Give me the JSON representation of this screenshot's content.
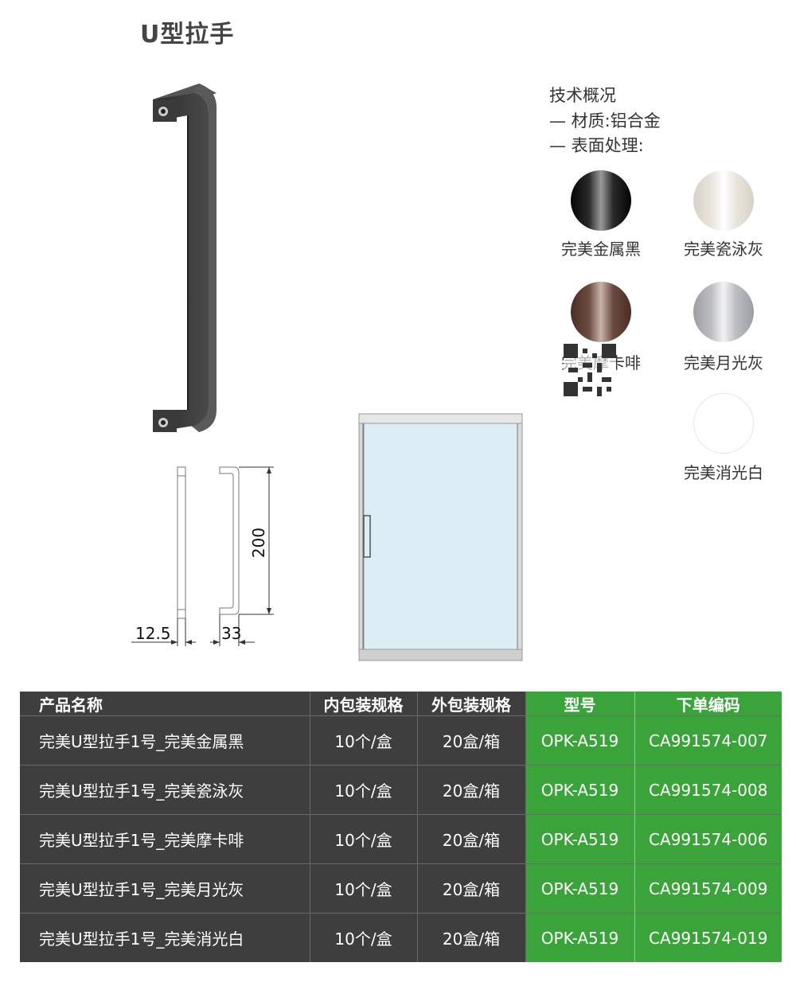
{
  "title": "U型拉手",
  "tech": {
    "heading": "技术概况",
    "material": "— 材质:铝合金",
    "surface": "— 表面处理:"
  },
  "finishes": [
    {
      "name": "完美金属黑",
      "color": "#111111"
    },
    {
      "name": "完美瓷泳灰",
      "color": "#e8e4dc"
    },
    {
      "name": "完美摩卡啡",
      "color": "#6b4a40"
    },
    {
      "name": "完美月光灰",
      "color": "#b8b9bd"
    },
    {
      "name": "完美消光白",
      "color": "#ffffff"
    }
  ],
  "dimensions": {
    "height": "200",
    "thickness": "12.5",
    "depth": "33"
  },
  "table": {
    "headers": [
      "产品名称",
      "内包装规格",
      "外包装规格",
      "型号",
      "下单编码"
    ],
    "rows": [
      [
        "完美U型拉手1号_完美金属黑",
        "10个/盒",
        "20盒/箱",
        "OPK-A519",
        "CA991574-007"
      ],
      [
        "完美U型拉手1号_完美瓷泳灰",
        "10个/盒",
        "20盒/箱",
        "OPK-A519",
        "CA991574-008"
      ],
      [
        "完美U型拉手1号_完美摩卡啡",
        "10个/盒",
        "20盒/箱",
        "OPK-A519",
        "CA991574-006"
      ],
      [
        "完美U型拉手1号_完美月光灰",
        "10个/盒",
        "20盒/箱",
        "OPK-A519",
        "CA991574-009"
      ],
      [
        "完美U型拉手1号_完美消光白",
        "10个/盒",
        "20盒/箱",
        "OPK-A519",
        "CA991574-019"
      ]
    ]
  },
  "colors": {
    "dark_header": "#3e3e3e",
    "green": "#3aa43a"
  }
}
